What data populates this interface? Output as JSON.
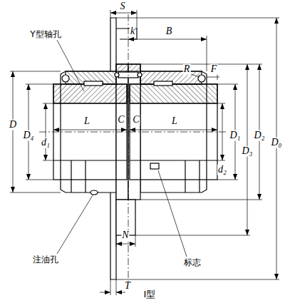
{
  "diagram": {
    "caption": "I型",
    "labels": [
      "S",
      "k",
      "B",
      "Y型轴孔",
      "R",
      "F",
      "D",
      "D₄",
      "d₁",
      "L",
      "C",
      "C",
      "L",
      "d₂",
      "D₁",
      "D₃",
      "D₂",
      "D₀",
      "注油孔",
      "N",
      "标志",
      "T"
    ]
  }
}
